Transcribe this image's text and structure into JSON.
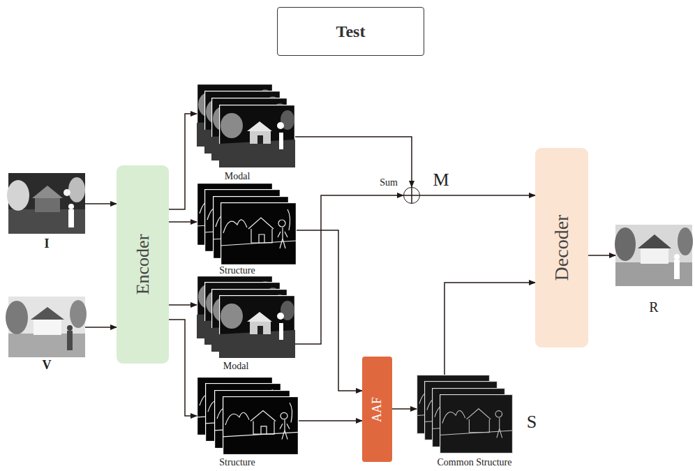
{
  "diagram": {
    "title": "Test",
    "nodes": [
      {
        "text": [
          "I"
        ]
      },
      {
        "text": [
          "V"
        ]
      },
      {
        "text": [
          "Encoder"
        ]
      },
      {
        "text": [
          "Modal"
        ]
      },
      {
        "text": [
          "Structure"
        ]
      },
      {
        "text": [
          "Modal"
        ]
      },
      {
        "text": [
          "Structure"
        ]
      },
      {
        "text": [
          "Sum",
          "M"
        ]
      },
      {
        "text": [
          "AAF"
        ]
      },
      {
        "text": [
          "Common Structure",
          "S"
        ]
      },
      {
        "text": [
          "Decoder"
        ]
      },
      {
        "text": [
          "R"
        ]
      }
    ],
    "edges": [
      {
        "from": 0,
        "to": 2,
        "arrow": "to"
      },
      {
        "from": 1,
        "to": 2,
        "arrow": "to"
      },
      {
        "from": 2,
        "to": 3,
        "arrow": "to"
      },
      {
        "from": 2,
        "to": 4,
        "arrow": "to"
      },
      {
        "from": 2,
        "to": 5,
        "arrow": "to"
      },
      {
        "from": 2,
        "to": 6,
        "arrow": "to"
      },
      {
        "from": 3,
        "to": 7,
        "arrow": "to"
      },
      {
        "from": 5,
        "to": 7,
        "arrow": "to"
      },
      {
        "from": 4,
        "to": 8,
        "arrow": "to"
      },
      {
        "from": 6,
        "to": 8,
        "arrow": "to"
      },
      {
        "from": 8,
        "to": 9,
        "arrow": "to"
      },
      {
        "from": 7,
        "to": 10,
        "arrow": "to"
      },
      {
        "from": 9,
        "to": 10,
        "arrow": "to"
      },
      {
        "from": 10,
        "to": 11,
        "arrow": "to"
      }
    ]
  }
}
